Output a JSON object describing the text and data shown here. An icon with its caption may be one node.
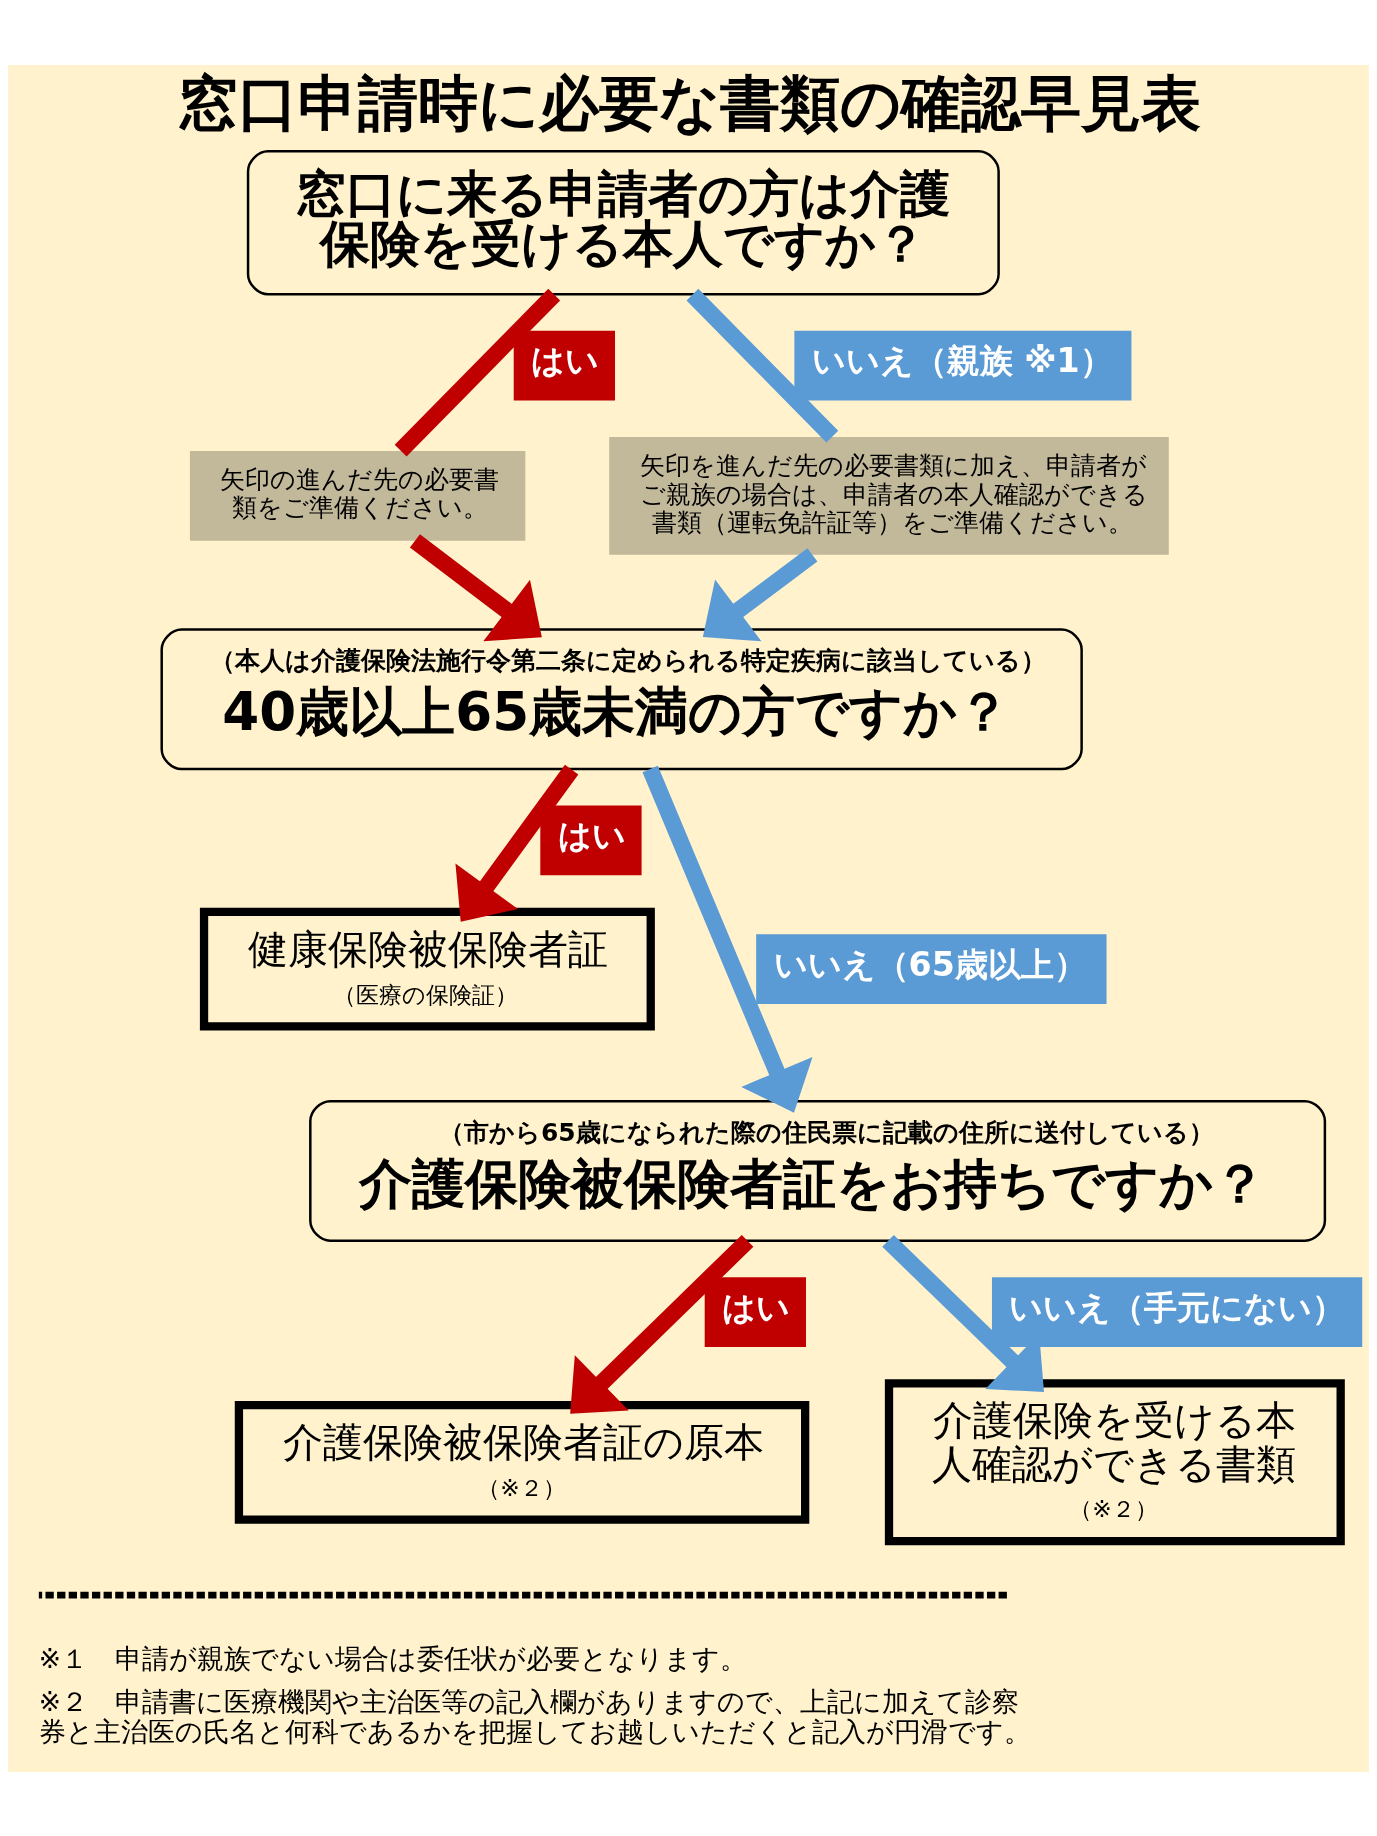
{
  "diagram": {
    "title": "窓口申請時に必要な書類の確認早見表",
    "nodes": [
      {
        "text": [
          "窓口に来る申請者の方は介護保険を受ける本人ですか？"
        ]
      },
      {
        "text": [
          "矢印の進んだ先の必要書類をご準備ください。"
        ]
      },
      {
        "text": [
          "矢印を進んだ先の必要書類に加え、申請者がご親族の場合は、申請者の本人確認ができる書類（運転免許証等）をご準備ください。"
        ]
      },
      {
        "text": [
          "（本人は介護保険法施行令第二条に定められる特定疾病に該当している）",
          "40歳以上65歳未満の方ですか？"
        ]
      },
      {
        "text": [
          "健康保険被保険者証",
          "（医療の保険証）"
        ]
      },
      {
        "text": [
          "（市から65歳になられた際の住民票に記載の住所に送付している）",
          "介護保険被保険者証をお持ちですか？"
        ]
      },
      {
        "text": [
          "介護保険被保険者証の原本",
          "（※２）"
        ]
      },
      {
        "text": [
          "介護保険を受ける本人確認ができる書類",
          "（※２）"
        ]
      }
    ],
    "edges": [
      {
        "from": 0,
        "to": 1,
        "arrow": "none",
        "label": "はい",
        "color": "#c00000"
      },
      {
        "from": 1,
        "to": 3,
        "arrow": "to",
        "color": "#c00000"
      },
      {
        "from": 0,
        "to": 2,
        "arrow": "none",
        "label": "いいえ（親族 ※1）",
        "color": "#5b9bd5"
      },
      {
        "from": 2,
        "to": 3,
        "arrow": "to",
        "color": "#5b9bd5"
      },
      {
        "from": 3,
        "to": 5,
        "arrow": "to",
        "label": "いいえ（65歳以上）",
        "color": "#5b9bd5"
      },
      {
        "from": 3,
        "to": 4,
        "arrow": "to",
        "label": "はい",
        "color": "#c00000"
      },
      {
        "from": 5,
        "to": 6,
        "arrow": "to",
        "label": "はい",
        "color": "#c00000"
      },
      {
        "from": 5,
        "to": 7,
        "arrow": "to",
        "label": "いいえ（手元にない）",
        "color": "#5b9bd5"
      }
    ],
    "labels": [
      "※１　申請が親族でない場合は委任状が必要となります。",
      "※２　申請書に医療機関や主治医等の記入欄がありますので、上記に加えて診察券と主治医の氏名と何科であるかを把握してお越しいただくと記入が円滑です。"
    ]
  }
}
